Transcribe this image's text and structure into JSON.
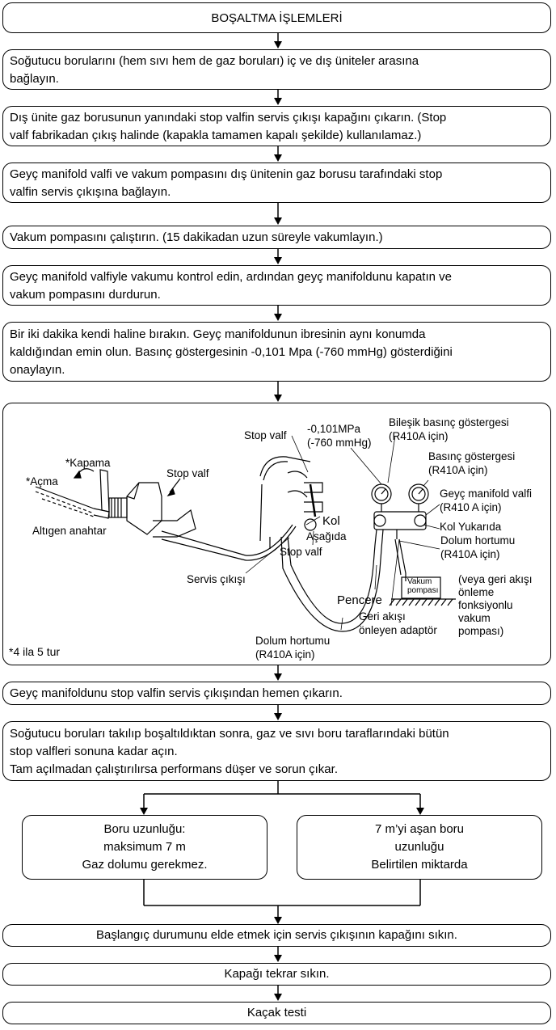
{
  "title": "BOŞALTMA İŞLEMLERİ",
  "steps": {
    "s1": [
      "Soğutucu borularını (hem sıvı hem de gaz boruları) iç ve dış üniteler arasına",
      "bağlayın."
    ],
    "s2": [
      "Dış ünite gaz borusunun yanındaki stop valfin servis çıkışı kapağını çıkarın. (Stop",
      "valf fabrikadan çıkış halinde (kapakla tamamen kapalı şekilde) kullanılamaz.)"
    ],
    "s3": [
      "Geyç manifold valfi ve vakum pompasını dış ünitenin gaz borusu tarafındaki stop",
      "valfin servis çıkışına bağlayın."
    ],
    "s4": "Vakum pompasını çalıştırın. (15 dakikadan uzun süreyle vakumlayın.)",
    "s5": [
      "Geyç manifold valfiyle vakumu kontrol edin, ardından geyç manifoldunu kapatın ve",
      "vakum pompasını durdurun."
    ],
    "s6": [
      "Bir iki dakika kendi haline bırakın. Geyç manifoldunun ibresinin aynı konumda",
      "kaldığından emin olun. Basınç göstergesinin -0,101 Mpa (-760 mmHg) gösterdiğini",
      "onaylayın."
    ],
    "s7": "Geyç manifoldunu stop valfin servis çıkışından hemen çıkarın.",
    "s8": [
      "Soğutucu boruları takılıp boşaltıldıktan sonra, gaz ve sıvı boru taraflarındaki bütün",
      "stop valfleri sonuna kadar açın.",
      "Tam açılmadan çalıştırılırsa performans düşer ve sorun çıkar."
    ],
    "left_branch": [
      "Boru uzunluğu:",
      "maksimum 7 m",
      "Gaz dolumu gerekmez."
    ],
    "right_branch": [
      "7 m’yi aşan boru",
      "uzunluğu",
      "Belirtilen miktarda"
    ],
    "s9": "Başlangıç durumunu elde etmek için servis çıkışının kapağını sıkın.",
    "s10": "Kapağı tekrar sıkın.",
    "s11": "Kaçak testi"
  },
  "illustration": {
    "kapama": "*Kapama",
    "acma": "*Açma",
    "altigen": "Altıgen anahtar",
    "stop_valf_1": "Stop valf",
    "stop_valf_2": "Stop valf",
    "stop_valf_3": "Stop valf",
    "pressure_1": "-0,101MPa",
    "pressure_2": "(-760 mmHg)",
    "bilesik_1": "Bileşik basınç göstergesi",
    "bilesik_2": "(R410A için)",
    "basinc_1": "Basınç göstergesi",
    "basinc_2": "(R410A için)",
    "manifold_1": "Geyç manifold valfi",
    "manifold_2": "(R410 A için)",
    "kol": "Kol",
    "asagida": "Aşağıda",
    "kol_yukarida": "Kol Yukarıda",
    "dolum_1": "Dolum hortumu",
    "dolum_2": "(R410A için)",
    "servis": "Servis çıkışı",
    "vakum_1": "Vakum",
    "vakum_2": "pompası",
    "veya": [
      "(veya geri akışı",
      "önleme",
      "fonksiyonlu",
      "vakum",
      "pompası)"
    ],
    "pencere": "Pencere",
    "geri_1": "Geri akışı",
    "geri_2": "önleyen adaptör",
    "dolum_b1": "Dolum hortumu",
    "dolum_b2": "(R410A için)",
    "tur": "*4 ila 5 tur"
  }
}
